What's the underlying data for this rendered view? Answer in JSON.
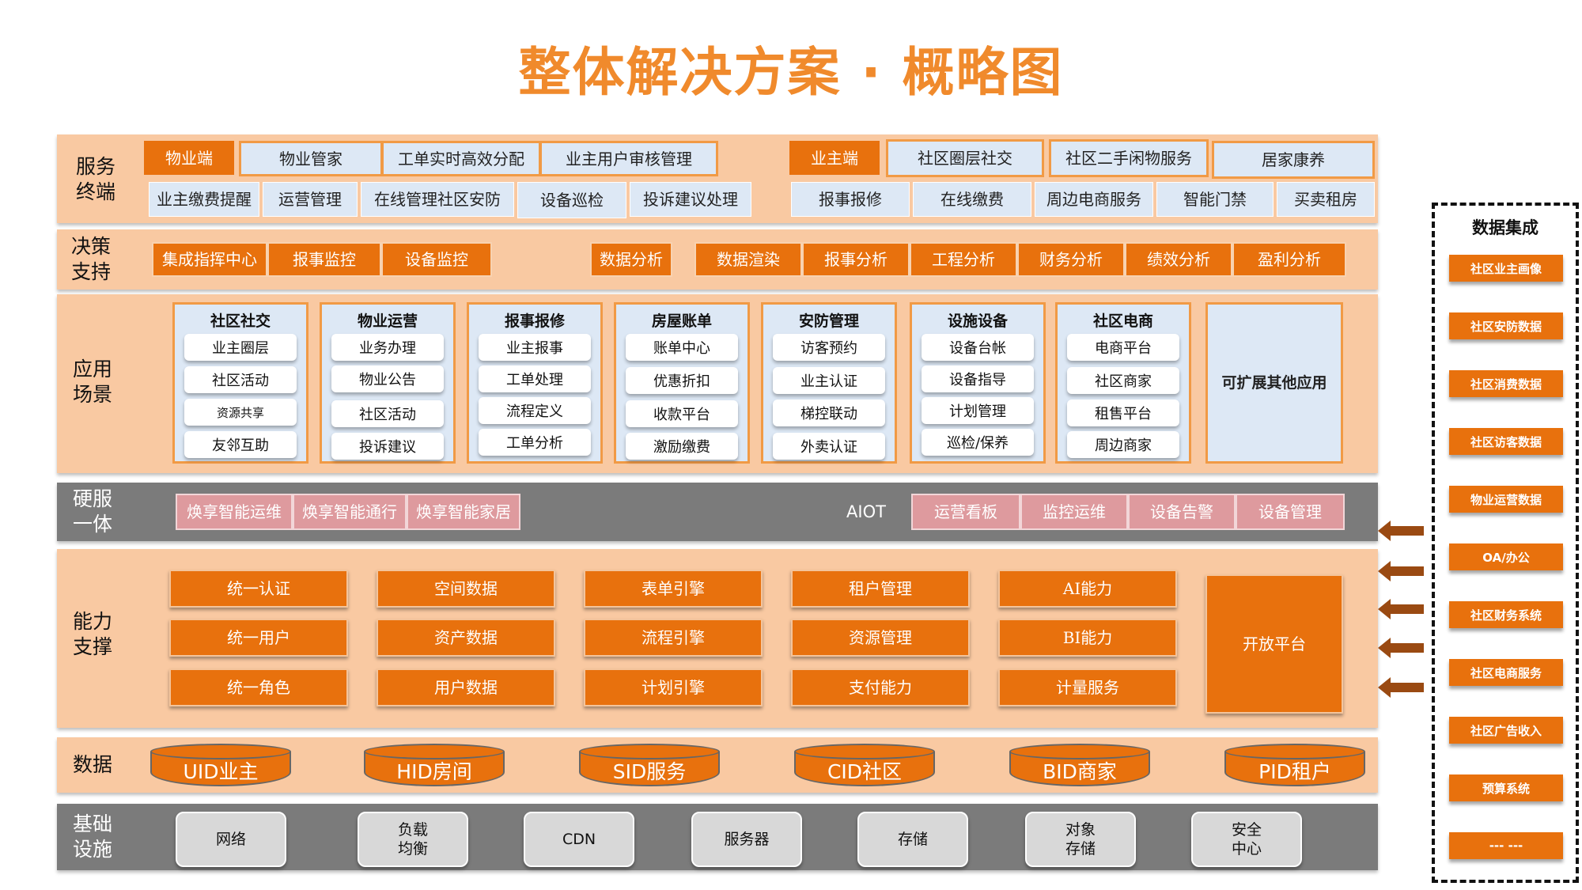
{
  "title": "整体解决方案 · 概略图",
  "layers": {
    "service": {
      "label": "服务\n终端",
      "row1": [
        "物业端",
        "物业管家",
        "工单实时高效分配",
        "业主用户审核管理",
        "业主端",
        "社区圈层社交",
        "社区二手闲物服务",
        "居家康养"
      ],
      "row2": [
        "业主缴费提醒",
        "运营管理",
        "在线管理社区安防",
        "设备巡检",
        "投诉建议处理",
        "报事报修",
        "在线缴费",
        "周边电商服务",
        "智能门禁",
        "买卖租房"
      ]
    },
    "decision": {
      "label": "决策\n支持",
      "items": [
        "集成指挥中心",
        "报事监控",
        "设备监控",
        "数据分析",
        "数据渲染",
        "报事分析",
        "工程分析",
        "财务分析",
        "绩效分析",
        "盈利分析"
      ]
    },
    "application": {
      "label": "应用\n场景",
      "cards": [
        {
          "title": "社区社交",
          "items": [
            "业主圈层",
            "社区活动",
            "资源共享",
            "友邻互助"
          ]
        },
        {
          "title": "物业运营",
          "items": [
            "业务办理",
            "物业公告",
            "社区活动",
            "投诉建议"
          ]
        },
        {
          "title": "报事报修",
          "items": [
            "业主报事",
            "工单处理",
            "流程定义",
            "工单分析"
          ]
        },
        {
          "title": "房屋账单",
          "items": [
            "账单中心",
            "优惠折扣",
            "收款平台",
            "激励缴费"
          ]
        },
        {
          "title": "安防管理",
          "items": [
            "访客预约",
            "业主认证",
            "梯控联动",
            "外卖认证"
          ]
        },
        {
          "title": "设施设备",
          "items": [
            "设备台帐",
            "设备指导",
            "计划管理",
            "巡检/保养"
          ]
        },
        {
          "title": "社区电商",
          "items": [
            "电商平台",
            "社区商家",
            "租售平台",
            "周边商家"
          ]
        }
      ],
      "extra": "可扩展其他应用"
    },
    "hardware": {
      "label": "硬服\n一体",
      "left": [
        "焕享智能运维",
        "焕享智能通行",
        "焕享智能家居"
      ],
      "aiot": "AIOT",
      "right": [
        "运营看板",
        "监控运维",
        "设备告警",
        "设备管理"
      ]
    },
    "capability": {
      "label": "能力\n支撑",
      "columns": [
        [
          "统一认证",
          "统一用户",
          "统一角色"
        ],
        [
          "空间数据",
          "资产数据",
          "用户数据"
        ],
        [
          "表单引擎",
          "流程引擎",
          "计划引擎"
        ],
        [
          "租户管理",
          "资源管理",
          "支付能力"
        ],
        [
          "AI能力",
          "BI能力",
          "计量服务"
        ]
      ],
      "open": "开放平台"
    },
    "data": {
      "label": "数据",
      "items": [
        "UID业主",
        "HID房间",
        "SID服务",
        "CID社区",
        "BID商家",
        "PID租户"
      ]
    },
    "infra": {
      "label": "基础\n设施",
      "items": [
        "网络",
        "负载\n均衡",
        "CDN",
        "服务器",
        "存储",
        "对象\n存储",
        "安全\n中心"
      ]
    }
  },
  "integration": {
    "title": "数据集成",
    "items": [
      "社区业主画像",
      "社区安防数据",
      "社区消费数据",
      "社区访客数据",
      "物业运营数据",
      "OA/办公",
      "社区财务系统",
      "社区电商服务",
      "社区广告收入",
      "预算系统",
      "--- ---"
    ]
  },
  "colors": {
    "accent": "#e8710d",
    "title": "#f08a2c",
    "band_peach": "#f9c9a2",
    "band_gray": "#7b7b7b",
    "blue_box": "#dde8f5",
    "pink_box": "#de9a9e",
    "arrow": "#9a4a12"
  }
}
